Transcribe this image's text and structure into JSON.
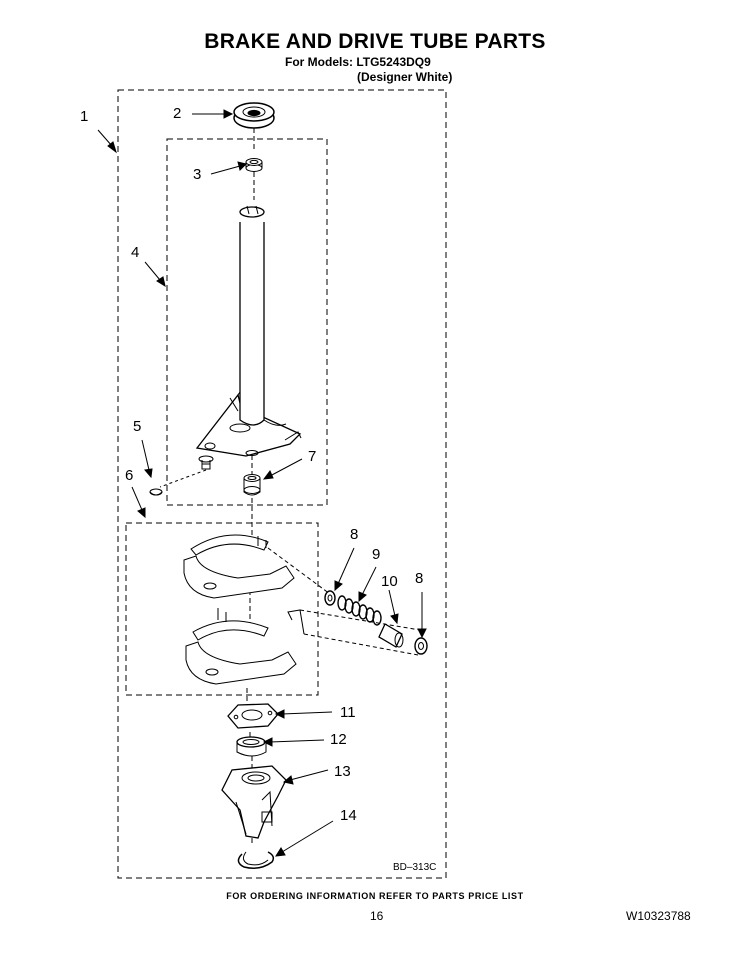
{
  "header": {
    "title": "BRAKE AND DRIVE TUBE PARTS",
    "models_line": "For Models: LTG5243DQ9",
    "color_line": "(Designer White)"
  },
  "callouts": [
    "1",
    "2",
    "3",
    "4",
    "5",
    "6",
    "7",
    "8",
    "9",
    "10",
    "8",
    "11",
    "12",
    "13",
    "14"
  ],
  "drawing_code": "BD–313C",
  "footer": {
    "ordering_note": "FOR ORDERING INFORMATION REFER TO PARTS PRICE LIST",
    "page_number": "16",
    "document_id": "W10323788"
  }
}
